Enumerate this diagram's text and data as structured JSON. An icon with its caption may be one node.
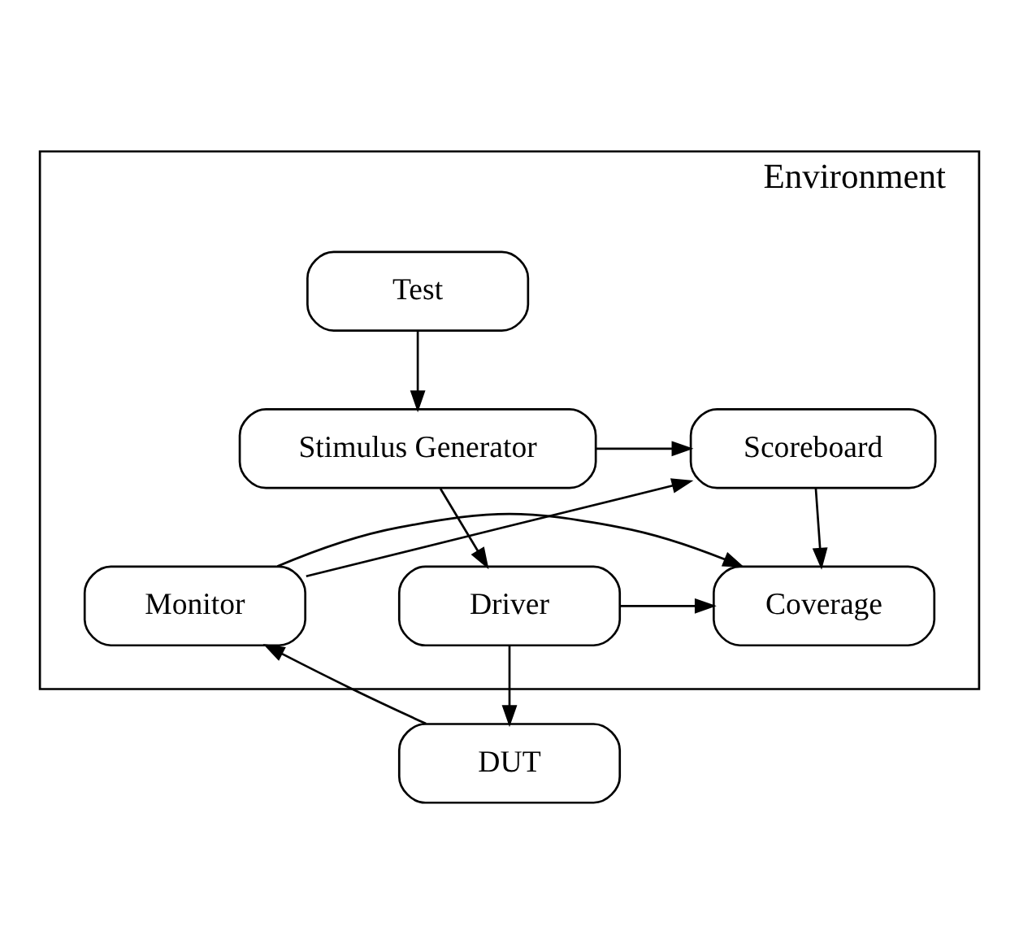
{
  "diagram": {
    "nodes": [
      {
        "text": [
          "Environment"
        ]
      },
      {
        "text": [
          "Test"
        ],
        "in": 0
      },
      {
        "text": [
          "Stimulus Generator"
        ],
        "in": 0
      },
      {
        "text": [
          "Scoreboard"
        ],
        "in": 0
      },
      {
        "text": [
          "Driver"
        ],
        "in": 0
      },
      {
        "text": [
          "Coverage"
        ],
        "in": 0
      },
      {
        "text": [
          "Monitor"
        ],
        "in": 0
      },
      {
        "text": [
          "DUT"
        ]
      }
    ],
    "edges": [
      {
        "from": 1,
        "to": 2,
        "arrow": "to"
      },
      {
        "from": 2,
        "to": 3,
        "arrow": "to"
      },
      {
        "from": 2,
        "to": 4,
        "arrow": "to"
      },
      {
        "from": 3,
        "to": 5,
        "arrow": "to"
      },
      {
        "from": 4,
        "to": 5,
        "arrow": "to"
      },
      {
        "from": 6,
        "to": 5,
        "arrow": "to"
      },
      {
        "from": 6,
        "to": 3,
        "arrow": "to"
      },
      {
        "from": 4,
        "to": 7,
        "arrow": "to"
      },
      {
        "from": 7,
        "to": 6,
        "arrow": "to"
      }
    ]
  }
}
